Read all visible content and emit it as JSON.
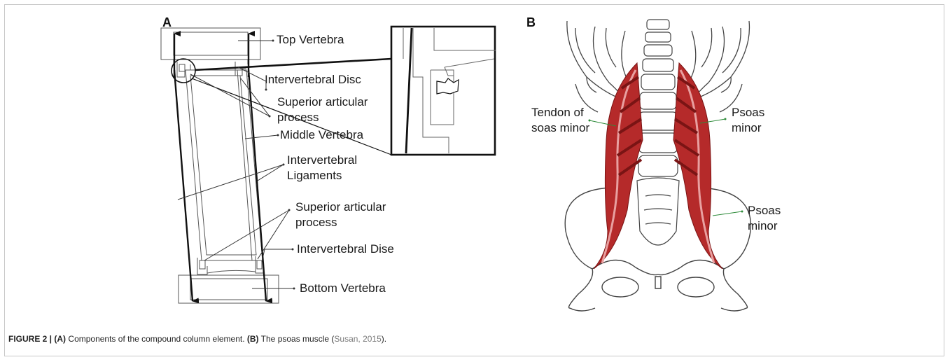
{
  "panel_a": {
    "letter": "A",
    "labels": {
      "top_vertebra": "Top Vertebra",
      "intervertebral_disc_top": "Intervertebral Disc",
      "superior_articular_process_top": "Superior articular process",
      "middle_vertebra": "Middle Vertebra",
      "intervertebral_ligaments": "Intervertebral Ligaments",
      "superior_articular_process_bottom": "Superior articular process",
      "intervertebral_disc_bottom": "Intervertebral Dise",
      "bottom_vertebra": "Bottom Vertebra"
    }
  },
  "panel_b": {
    "letter": "B",
    "labels": {
      "tendon": "Tendon of soas minor",
      "psoas_minor_upper": "Psoas minor",
      "psoas_minor_lower": "Psoas minor"
    },
    "colors": {
      "muscle": "#b52a2a",
      "muscle_dark": "#7a1414",
      "pointer": "#2e8b3a"
    }
  },
  "caption": {
    "figure_label": "FIGURE 2 |",
    "part_a": "(A)",
    "text_a": " Components of the compound column element. ",
    "part_b": "(B)",
    "text_b": " The psoas muscle (",
    "citation": "Susan, 2015",
    "end": ")."
  }
}
